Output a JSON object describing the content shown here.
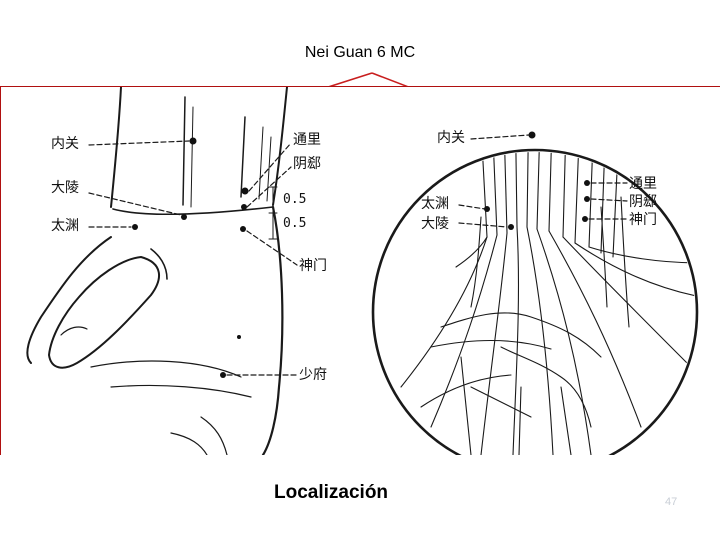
{
  "slide": {
    "title": "Nei Guan 6 MC",
    "caption": "Localización",
    "page_number": "47"
  },
  "left_figure": {
    "labels": {
      "neiguan": "内关",
      "daling": "大陵",
      "taiyuan": "太渊",
      "tongli": "通里",
      "yinxi": "阴郄",
      "shenmen": "神门",
      "shaofu": "少府",
      "dist1": "0.5",
      "dist2": "0.5"
    }
  },
  "right_figure": {
    "labels": {
      "neiguan": "内关",
      "taiyuan": "太渊",
      "daling": "大陵",
      "tongli": "通里",
      "yinxi": "阴郄",
      "shenmen": "神门"
    }
  },
  "colors": {
    "arrow": "#c81e1e",
    "ink": "#111111",
    "frame": "#b01010"
  }
}
